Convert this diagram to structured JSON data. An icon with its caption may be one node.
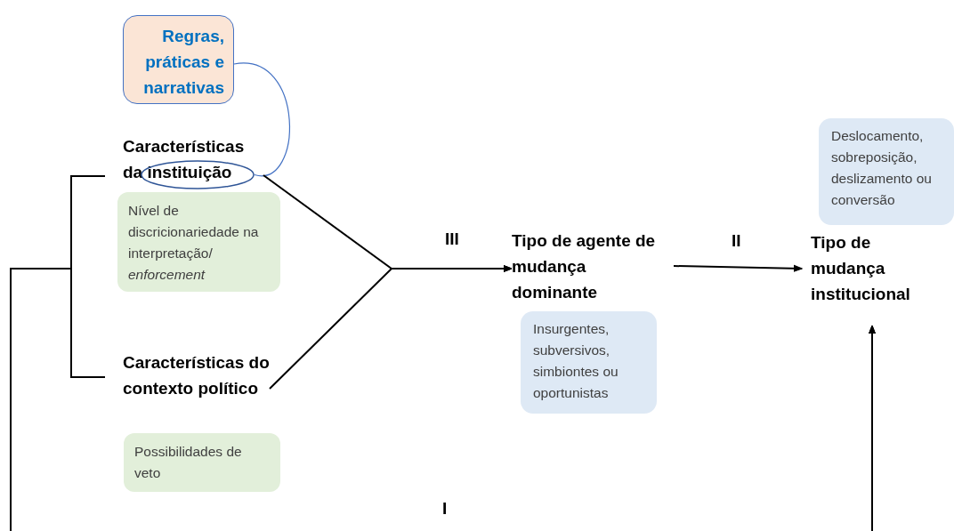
{
  "diagram": {
    "nodes": [
      {
        "text": [
          "Regras, práticas e narrativas"
        ]
      },
      {
        "text": [
          "Características da instituição"
        ]
      },
      {
        "text": [],
        "shape": "ellipse"
      },
      {
        "text": [
          "Nível de discricionariedade na interpretação/ *enforcement*"
        ]
      },
      {
        "text": [
          "Características do contexto político"
        ]
      },
      {
        "text": [
          "Possibilidades de veto"
        ]
      },
      {
        "text": [
          "Tipo de agente de mudança dominante"
        ]
      },
      {
        "text": [
          "Insurgentes, subversivos, simbiontes ou oportunistas"
        ]
      },
      {
        "text": [
          "Deslocamento, sobreposição, deslizamento ou conversão"
        ]
      },
      {
        "text": [
          "Tipo de mudança institucional"
        ]
      }
    ],
    "edges": [
      {
        "from": 0,
        "to": 2,
        "arrow": "none",
        "color": "#4472c4"
      },
      {
        "from": 1,
        "to": 6,
        "arrow": "to",
        "label": "III"
      },
      {
        "from": 4,
        "to": 6,
        "arrow": "to"
      },
      {
        "from": 6,
        "to": 9,
        "arrow": "to",
        "label": "II"
      },
      {
        "from": 1,
        "to": 9,
        "arrow": "to",
        "label": "I"
      },
      {
        "from": 4,
        "to": 9,
        "arrow": "to"
      }
    ]
  }
}
